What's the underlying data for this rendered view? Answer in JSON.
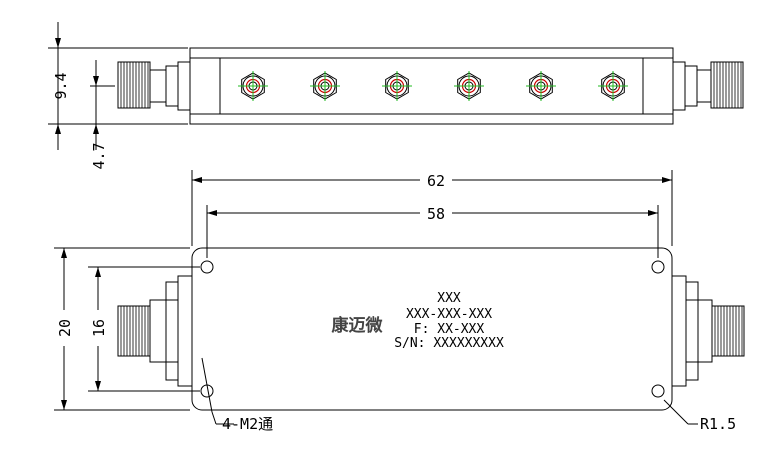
{
  "top_view": {
    "dim_height": "9.4",
    "dim_offset": "4.7",
    "tuning_screw_count": 6
  },
  "front_view": {
    "dim_overall_length": "62",
    "dim_hole_spacing_x": "58",
    "dim_overall_height": "20",
    "dim_hole_spacing_y": "16",
    "mount_hole_note": "4-M2通",
    "corner_radius_note": "R1.5",
    "label": {
      "line1": "XXX",
      "line2": "XXX-XXX-XXX",
      "line3": "F: XX-XXX",
      "line4": "S/N: XXXXXXXXX",
      "logo": "康迈微"
    }
  },
  "colors": {
    "line": "#000000",
    "screw_center": "#cc0000",
    "screw_crosshair": "#22bb22"
  }
}
